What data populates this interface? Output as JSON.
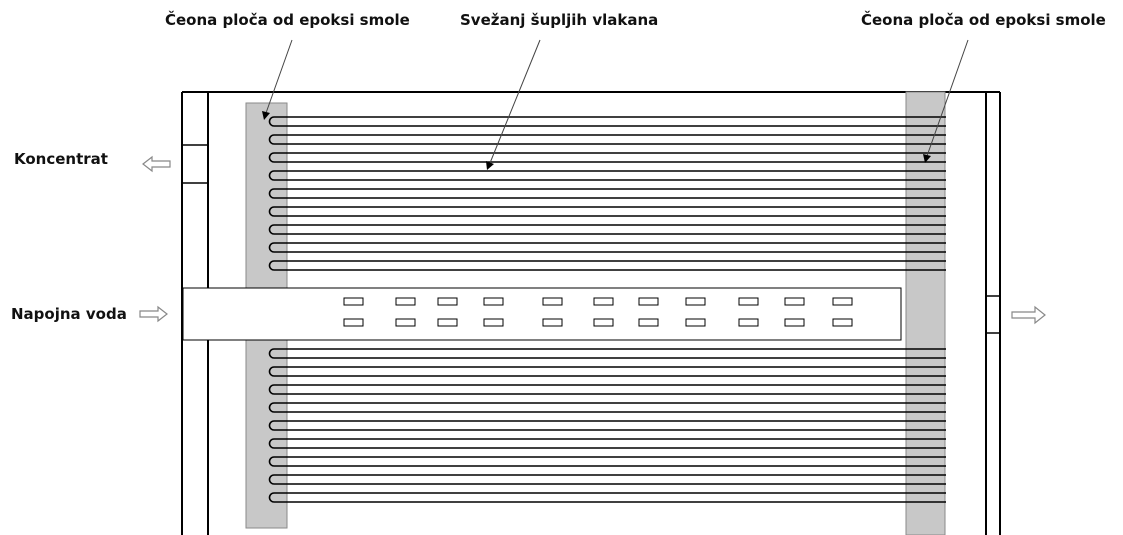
{
  "labels": {
    "end_plate_left": "Čeona ploča od epoksi smole",
    "fiber_bundle": "Svežanj šupljih vlakana",
    "end_plate_right": "Čeona ploča od epoksi smole",
    "concentrate": "Koncentrat",
    "feed_water": "Napojna voda"
  },
  "colors": {
    "stroke": "#000000",
    "epoxy_plate": "#c8c8c8",
    "epoxy_plate_border": "#8a8a8a",
    "arrow": "#888888",
    "background": "#ffffff"
  },
  "icons": {
    "concentrate_arrow": "left-hollow-arrow-icon",
    "feed_arrow": "right-hollow-arrow-icon",
    "permeate_arrow": "right-hollow-arrow-icon"
  },
  "diagram": {
    "upper_fiber_count": 9,
    "lower_fiber_count": 9,
    "distributor_slot_rows": 2,
    "distributor_slot_columns": 11
  }
}
